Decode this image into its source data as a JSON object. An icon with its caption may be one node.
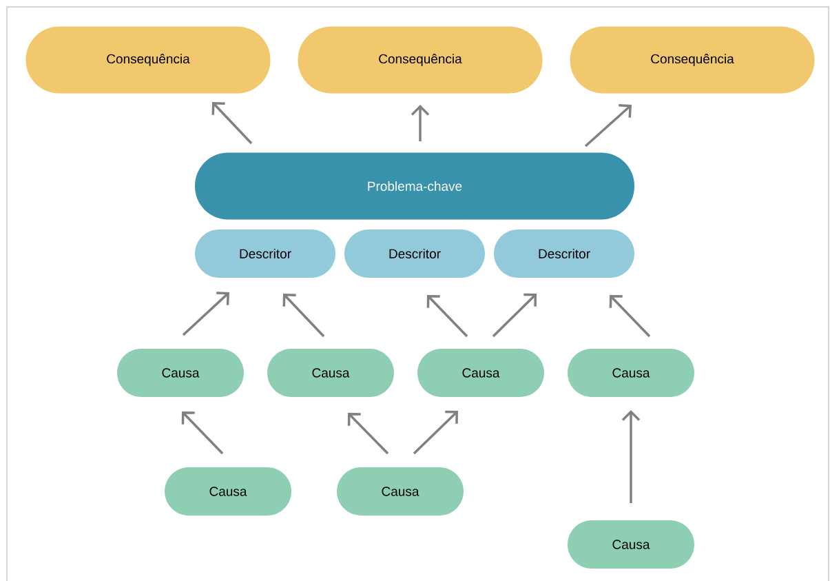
{
  "diagram": {
    "nodes": [
      {
        "text": [
          "Consequência"
        ]
      },
      {
        "text": [
          "Consequência"
        ]
      },
      {
        "text": [
          "Consequência"
        ]
      },
      {
        "text": [
          "Problema-chave"
        ]
      },
      {
        "text": [
          "Descritor"
        ]
      },
      {
        "text": [
          "Descritor"
        ]
      },
      {
        "text": [
          "Descritor"
        ]
      },
      {
        "text": [
          "Causa"
        ]
      },
      {
        "text": [
          "Causa"
        ]
      },
      {
        "text": [
          "Causa"
        ]
      },
      {
        "text": [
          "Causa"
        ]
      },
      {
        "text": [
          "Causa"
        ]
      },
      {
        "text": [
          "Causa"
        ]
      },
      {
        "text": [
          "Causa"
        ]
      }
    ],
    "edges": [
      {
        "from": 3,
        "to": 0,
        "arrow": "to"
      },
      {
        "from": 3,
        "to": 1,
        "arrow": "to"
      },
      {
        "from": 3,
        "to": 2,
        "arrow": "to"
      },
      {
        "from": 7,
        "to": 4,
        "arrow": "to"
      },
      {
        "from": 8,
        "to": 4,
        "arrow": "to"
      },
      {
        "from": 9,
        "to": 5,
        "arrow": "to"
      },
      {
        "from": 9,
        "to": 6,
        "arrow": "to"
      },
      {
        "from": 10,
        "to": 6,
        "arrow": "to"
      },
      {
        "from": 11,
        "to": 7,
        "arrow": "to"
      },
      {
        "from": 12,
        "to": 8,
        "arrow": "to"
      },
      {
        "from": 12,
        "to": 9,
        "arrow": "to"
      },
      {
        "from": 13,
        "to": 10,
        "arrow": "to"
      }
    ]
  }
}
